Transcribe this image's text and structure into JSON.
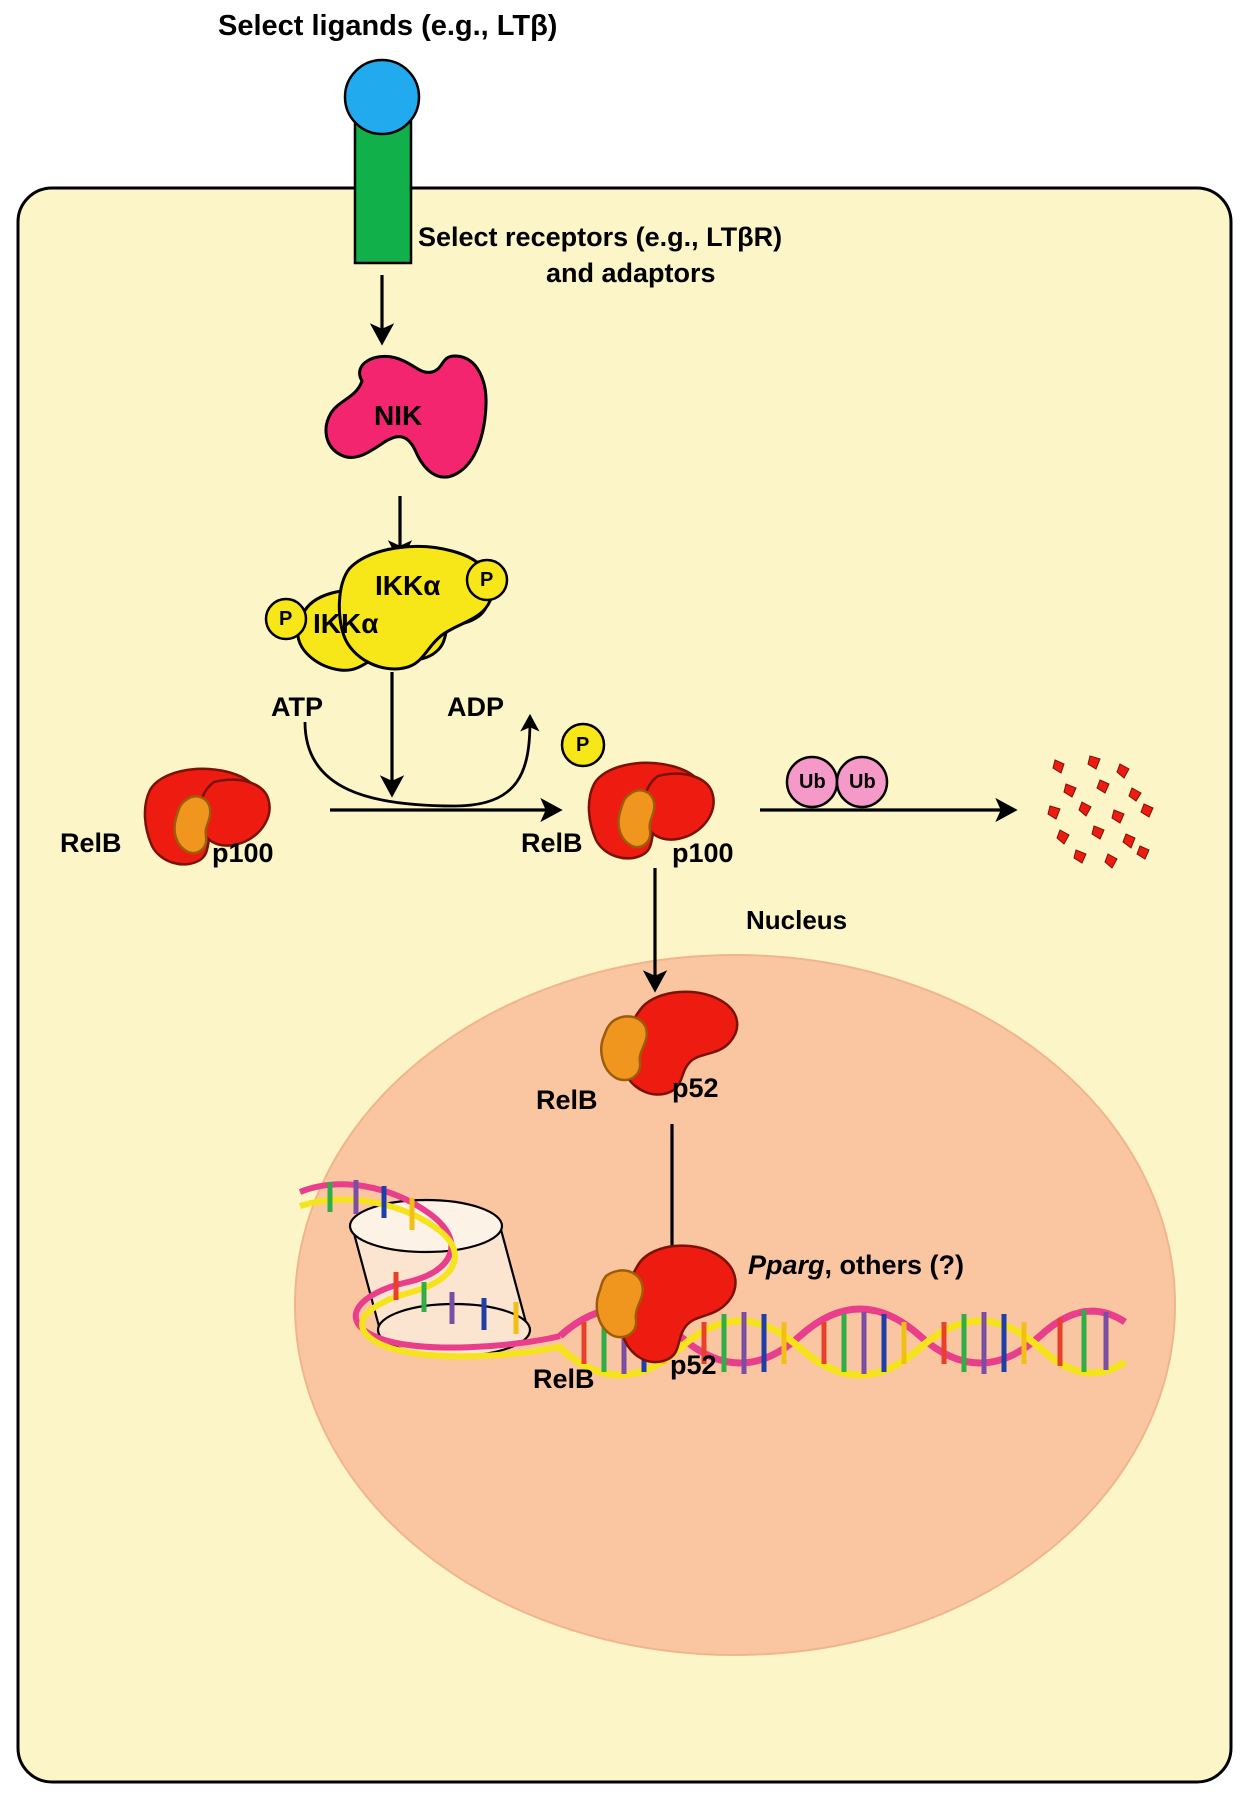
{
  "diagram": {
    "title": "Non-canonical NF-kB signaling pathway",
    "type": "biological-signaling-pathway"
  },
  "labels": {
    "ligands": "Select ligands (e.g., LTβ)",
    "receptors_line1": "Select receptors (e.g., LTβR)",
    "receptors_line2": "and adaptors",
    "nik": "NIK",
    "ikk_a_1": "IKKα",
    "ikk_a_2": "IKKα",
    "phospho_left": "P",
    "phospho_right": "P",
    "atp": "ATP",
    "adp": "ADP",
    "relb_left": "RelB",
    "p100_left": "p100",
    "relb_mid": "RelB",
    "p100_mid": "p100",
    "phospho_relb": "P",
    "ub_1": "Ub",
    "ub_2": "Ub",
    "nucleus": "Nucleus",
    "relb_nuc": "RelB",
    "p52_nuc": "p52",
    "relb_dna": "RelB",
    "p52_dna": "p52",
    "gene_italic": "Pparg",
    "gene_rest": ", others (?)"
  },
  "colors": {
    "ligand": "#22aaee",
    "receptor": "#11b04a",
    "cytoplasm": "#fcf5c7",
    "nucleus": "#fac6a2",
    "nik": "#f2256e",
    "ikk": "#f7e719",
    "relb": "#ee1b10",
    "p100": "#f0951e",
    "ub": "#f59ac8",
    "phospho": "#f7e719",
    "outline": "#000000",
    "dna_backbone_a": "#e83e8c",
    "dna_backbone_b": "#f5e31c"
  },
  "dna_rungs": [
    "#e8402a",
    "#2fae48",
    "#7a4fa3",
    "#1f3fa8",
    "#f2c014",
    "#e8402a",
    "#2fae48",
    "#7a4fa3"
  ]
}
